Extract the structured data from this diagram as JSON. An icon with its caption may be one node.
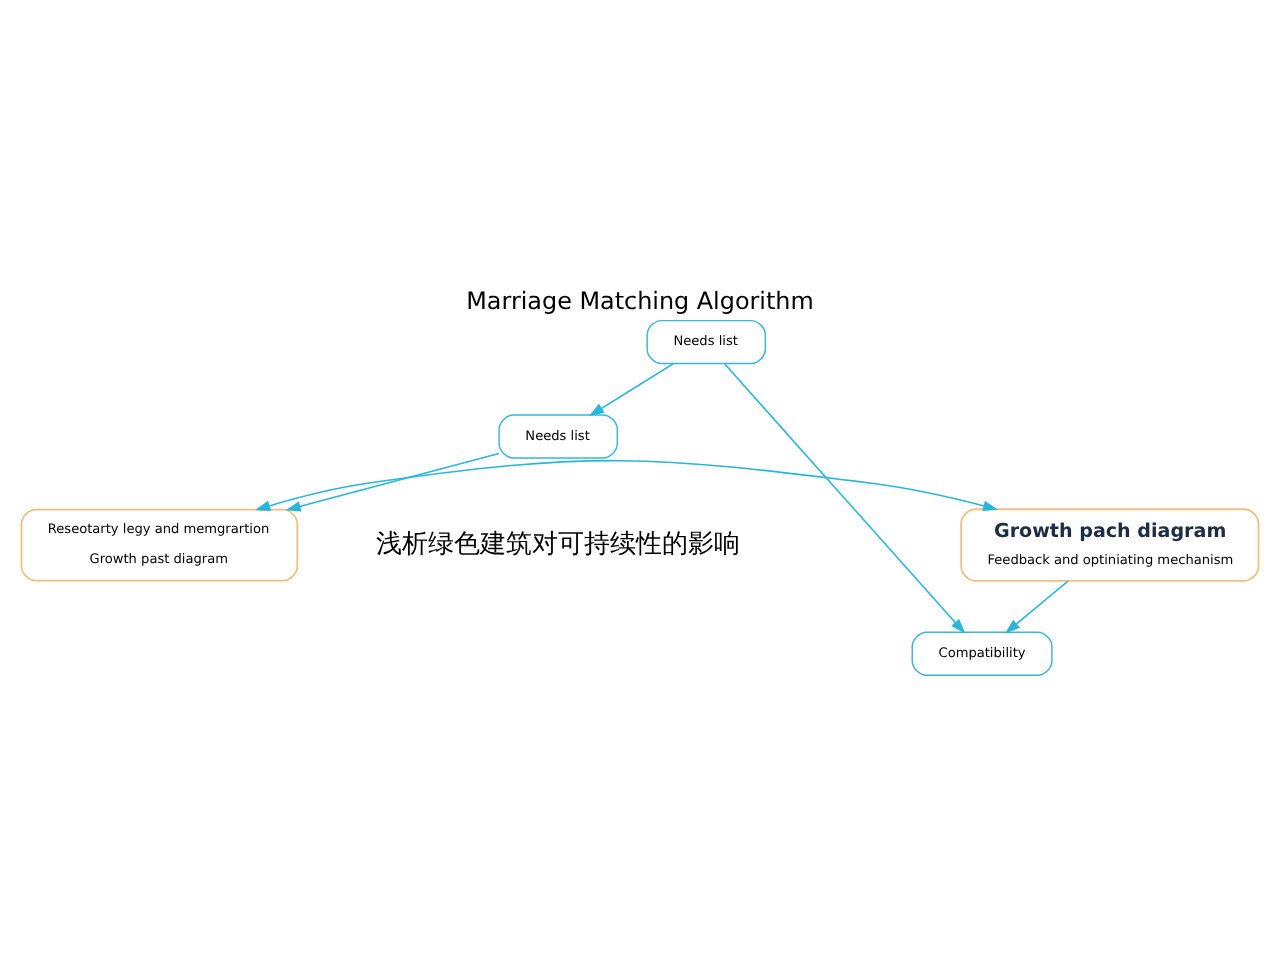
{
  "diagram": {
    "title": "Marriage Matching Algorithm",
    "nodes": [
      {
        "text": [
          "Needs list"
        ]
      },
      {
        "text": [
          "Needs list"
        ]
      },
      {
        "text": [
          "Compatibility"
        ]
      },
      {
        "text": [
          "Reseotarty legy and memgrartion",
          "Growth past diagram"
        ]
      },
      {
        "text": [
          "Growth pach diagram",
          "Feedback and optiniating mechanism"
        ]
      }
    ],
    "edges": [
      {
        "from": 0,
        "to": 1,
        "arrow": "to"
      },
      {
        "from": 0,
        "to": 2,
        "arrow": "to"
      },
      {
        "from": 1,
        "to": 3,
        "arrow": "to"
      },
      {
        "from": 4,
        "to": 2,
        "arrow": "to"
      },
      {
        "from": 3,
        "to": 4,
        "arrow": "both"
      }
    ],
    "labels": [
      "浅析绿色建筑对可持续性的影响"
    ]
  }
}
